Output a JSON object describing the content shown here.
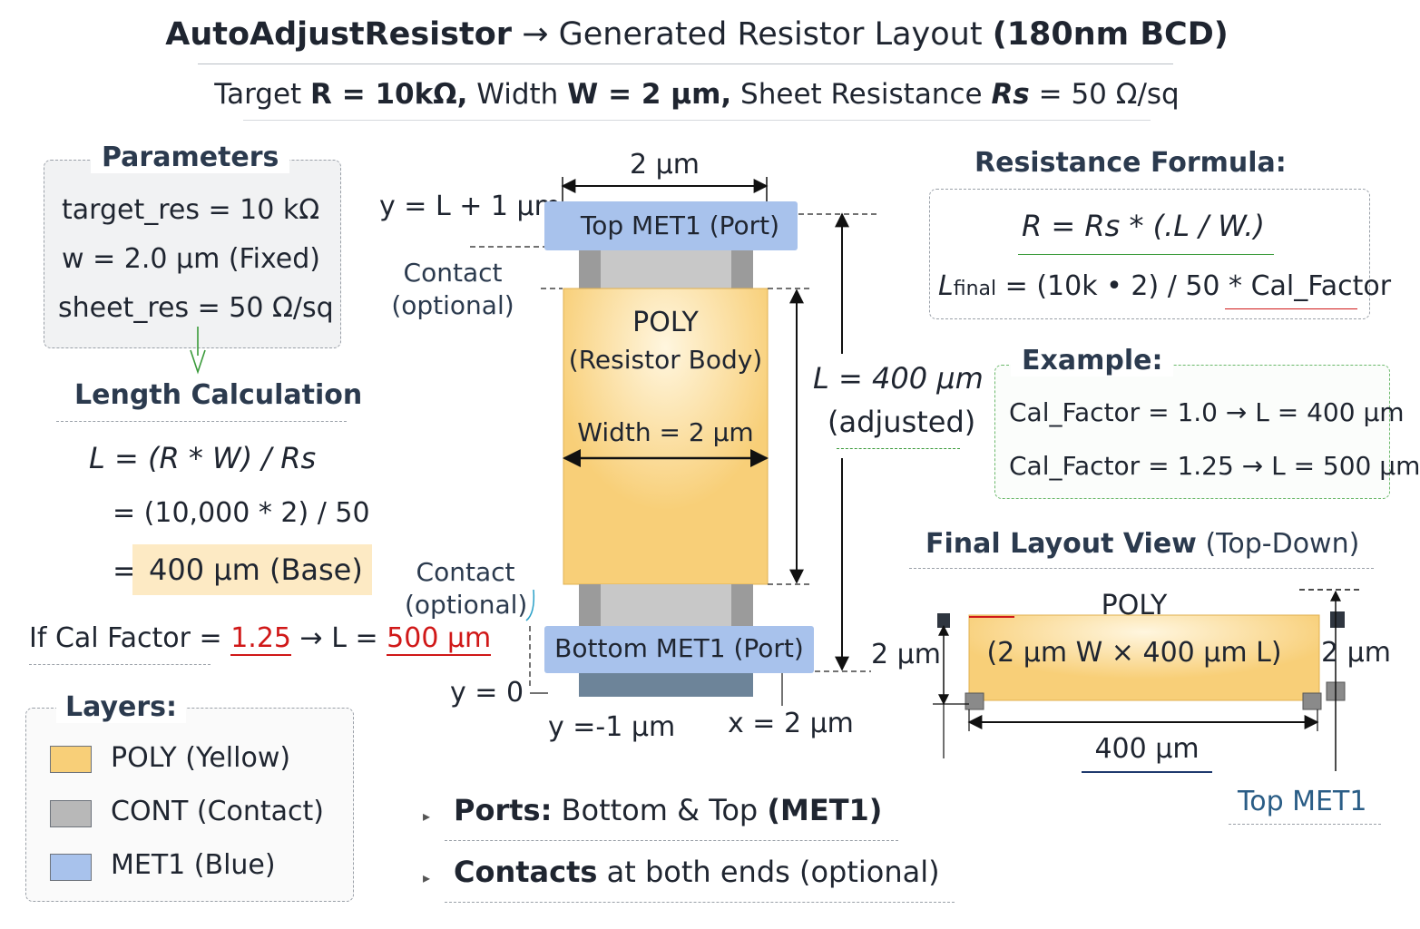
{
  "header": {
    "title_bold": "AutoAdjustResistor",
    "title_mid": "→ Generated Resistor Layout",
    "title_node": "(180nm BCD)",
    "spec_target": "Target",
    "spec_r": "R = 10kΩ,",
    "spec_width": "Width",
    "spec_w": "W = 2 μm,",
    "spec_sheet": "Sheet Resistance",
    "spec_rs": "Rs",
    "spec_rs_val": "= 50 Ω/sq"
  },
  "parameters": {
    "heading": "Parameters",
    "lines": [
      "target_res = 10 kΩ",
      "w = 2.0 μm (Fixed)",
      "sheet_res = 50 Ω/sq"
    ]
  },
  "length_calc": {
    "heading": "Length Calculation",
    "formula": "L = (R * W) / Rs",
    "step": "= (10,000 * 2) / 50",
    "eq": "=",
    "result_value": "400 μm",
    "result_note": "(Base)",
    "cal_prefix": "If Cal Factor =",
    "cal_value": "1.25",
    "cal_arrow": "→ L =",
    "cal_result": "500 μm"
  },
  "layers": {
    "heading": "Layers:",
    "items": [
      {
        "name": "POLY (Yellow)",
        "color": "#f8cf78"
      },
      {
        "name": "CONT (Contact)",
        "color": "#b8b8b8"
      },
      {
        "name": "MET1 (Blue)",
        "color": "#a8c2ec"
      }
    ]
  },
  "resistor": {
    "top_width": "2 μm",
    "top_y": "y = L + 1 μm",
    "top_port": "Top MET1 (Port)",
    "contact_top": [
      "Contact",
      "(optional)"
    ],
    "poly_title": "POLY",
    "poly_sub": "(Resistor Body)",
    "poly_width": "Width = 2 μm",
    "length_value": "L = 400 μm",
    "length_note": "(adjusted)",
    "contact_bottom": [
      "Contact",
      "(optional)"
    ],
    "bottom_port": "Bottom MET1 (Port)",
    "y_zero": "y = 0",
    "y_minus": "y =-1 μm",
    "x_two": "x = 2 μm"
  },
  "formula": {
    "heading": "Resistance Formula:",
    "eq1": "R = Rs * (.L / W.)",
    "eq2_l": "L",
    "eq2_sub": "final",
    "eq2_rest": "= (10k • 2) / 50 *",
    "eq2_cal": "Cal_Factor"
  },
  "example": {
    "heading": "Example:",
    "lines": [
      "Cal_Factor = 1.0 → L = 400 μm",
      "Cal_Factor = 1.25 → L = 500 μm"
    ]
  },
  "final_view": {
    "heading_bold": "Final Layout View",
    "heading_rest": "(Top-Down)",
    "poly_label": "POLY",
    "poly_dims": "(2 μm W × 400 μm L)",
    "left_dim": "2 μm",
    "right_dim": "2 μm",
    "bottom_dim": "400 μm",
    "top_met1": "Top MET1"
  },
  "notes": [
    {
      "bold": "Ports:",
      "rest": "Bottom & Top",
      "tail": "(MET1)"
    },
    {
      "bold": "Contacts",
      "rest": "at both ends (optional)",
      "tail": ""
    }
  ],
  "colors": {
    "poly": "#f8cf78",
    "contact": "#b8b8b8",
    "met1": "#a8c2ec",
    "red": "#d01818"
  }
}
